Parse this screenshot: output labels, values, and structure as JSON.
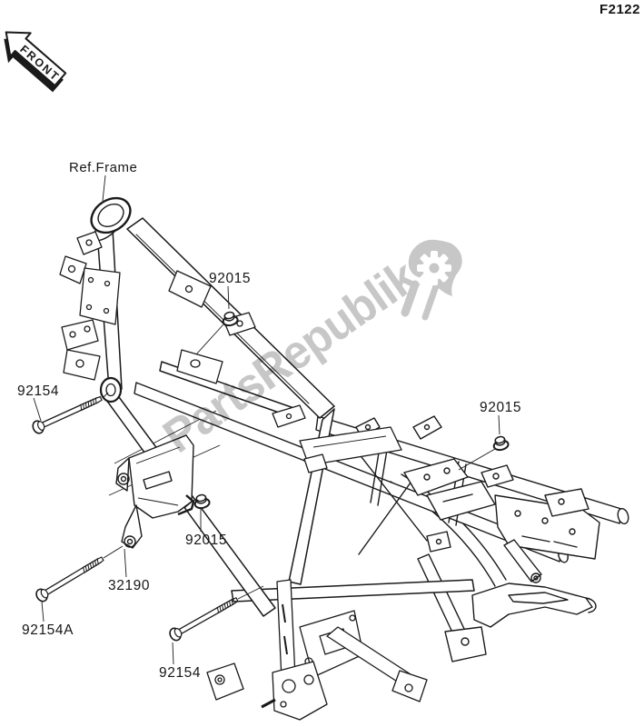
{
  "document": {
    "code": "F2122"
  },
  "front_marker": {
    "label": "FRONT"
  },
  "watermark": {
    "brand": "PartsRepublik",
    "color": "#c7c7c7"
  },
  "diagram": {
    "reference_label": "Ref.Frame",
    "part_labels": [
      {
        "part_no": "92015"
      },
      {
        "part_no": "92154"
      },
      {
        "part_no": "92015"
      },
      {
        "part_no": "92015"
      },
      {
        "part_no": "32190"
      },
      {
        "part_no": "92154A"
      },
      {
        "part_no": "92154"
      }
    ],
    "line_color": "#1a1a1a"
  }
}
